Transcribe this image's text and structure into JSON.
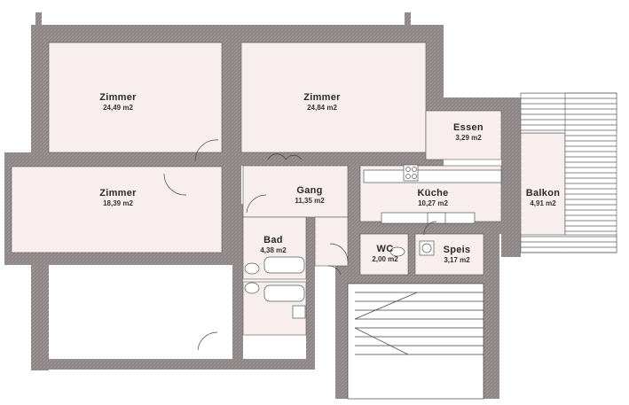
{
  "rooms": [
    {
      "name": "Zimmer",
      "area": "24,49 m2"
    },
    {
      "name": "Zimmer",
      "area": "24,84 m2"
    },
    {
      "name": "Zimmer",
      "area": "18,39 m2"
    },
    {
      "name": "Gang",
      "area": "11,35 m2"
    },
    {
      "name": "Essen",
      "area": "3,29 m2"
    },
    {
      "name": "Küche",
      "area": "10,27 m2"
    },
    {
      "name": "Balkon",
      "area": "4,91 m2"
    },
    {
      "name": "Bad",
      "area": "4,38 m2"
    },
    {
      "name": "WC",
      "area": "2,00 m2"
    },
    {
      "name": "Speis",
      "area": "3,17 m2"
    }
  ],
  "colors": {
    "floor": "#f8eeee",
    "wall": "#8c8484",
    "line": "#555555"
  }
}
